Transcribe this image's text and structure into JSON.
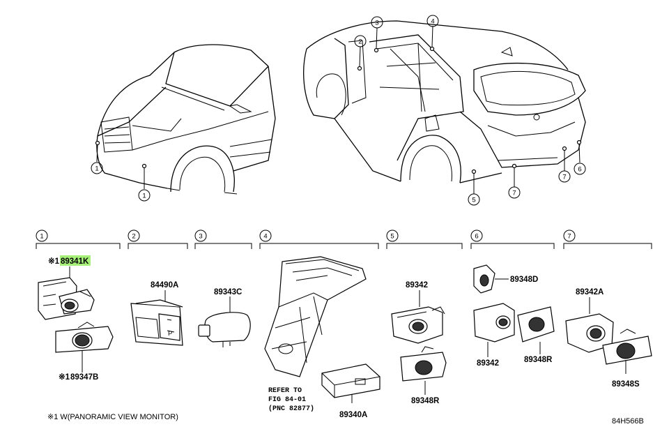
{
  "callouts": [
    "1",
    "2",
    "3",
    "4",
    "5",
    "6",
    "7"
  ],
  "section_numbers": [
    "1",
    "2",
    "3",
    "4",
    "5",
    "6",
    "7"
  ],
  "parts": {
    "p89341K": "89341K",
    "p89341K_mark": "※1",
    "p89347B": "89347B",
    "p89347B_mark": "※1",
    "p84490A": "84490A",
    "p89343C": "89343C",
    "p89340A": "89340A",
    "p89342_s5": "89342",
    "p89348R_s5": "89348R",
    "p89348D": "89348D",
    "p89342_s6": "89342",
    "p89348R_s6": "89348R",
    "p89342A": "89342A",
    "p89348S": "89348S"
  },
  "refer_note": [
    "REFER TO",
    "FIG 84-01",
    "(PNC 82877)"
  ],
  "footnote": "※1 W(PANORAMIC VIEW MONITOR)",
  "diagram_code": "84H566B",
  "colors": {
    "highlight": "#a6f07a",
    "line": "#000000",
    "background": "#ffffff"
  }
}
